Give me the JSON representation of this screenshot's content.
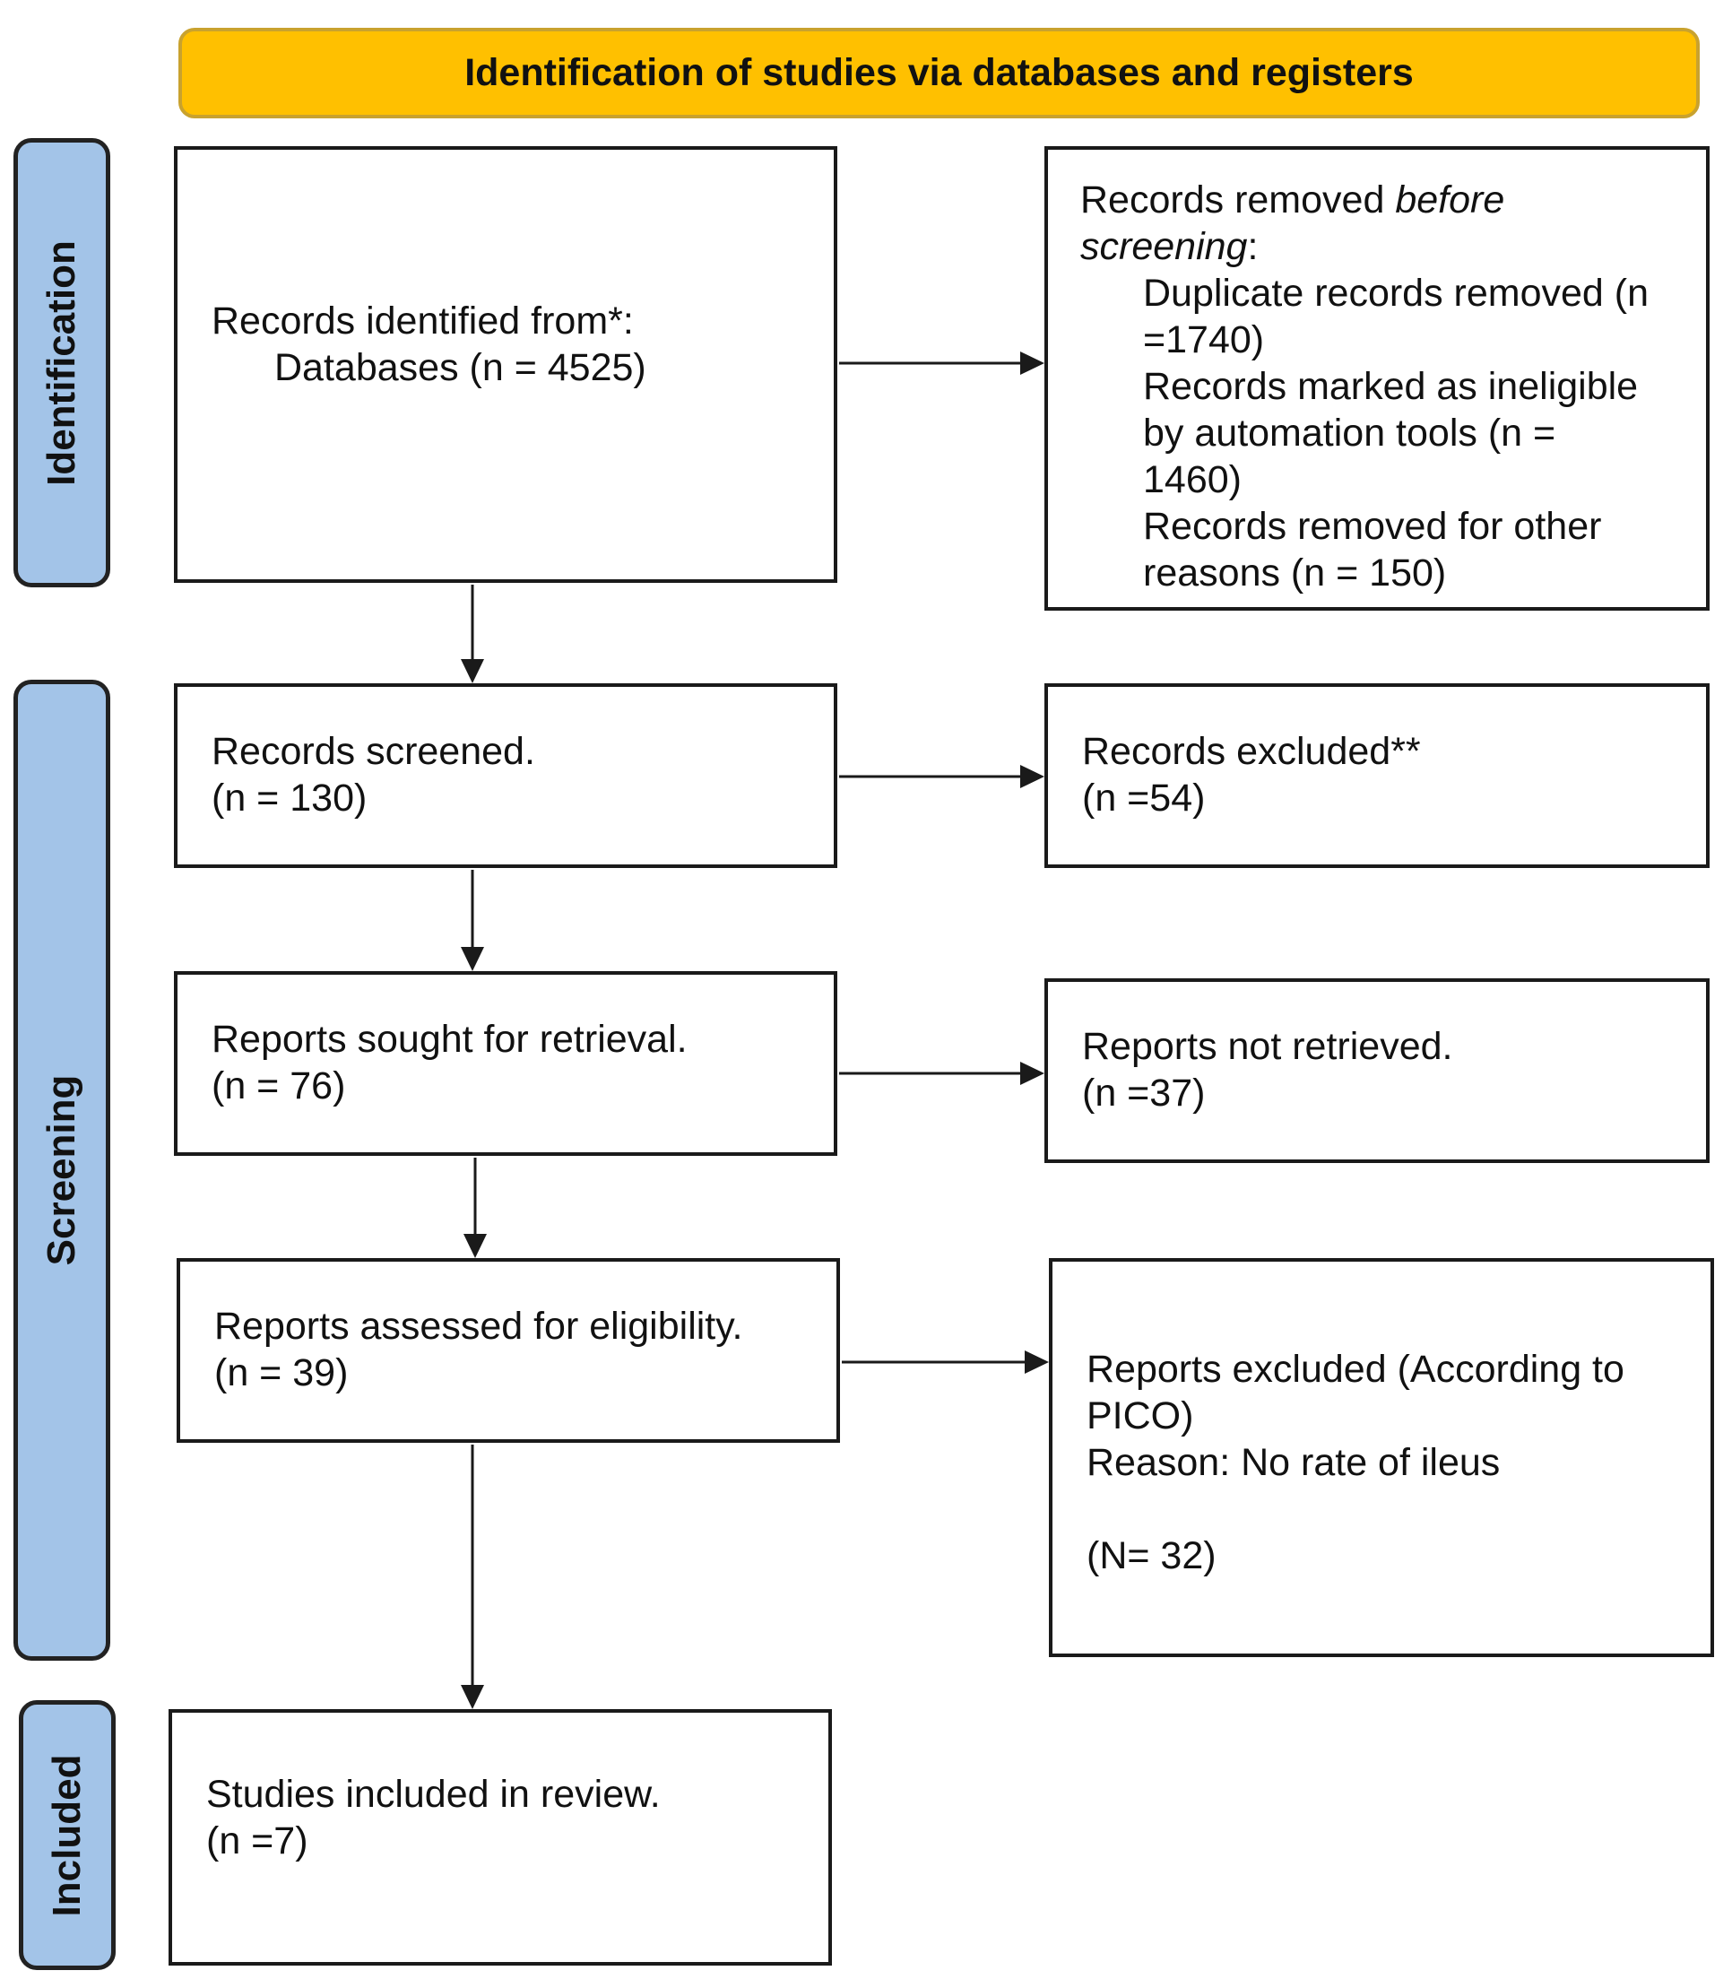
{
  "header": {
    "title": "Identification of studies via databases and registers"
  },
  "phases": {
    "identification": "Identification",
    "screening": "Screening",
    "included": "Included"
  },
  "boxes": {
    "records_identified": {
      "line1": "Records identified from*:",
      "line2": "Databases (n = 4525)"
    },
    "records_removed": {
      "prefix": "Records removed ",
      "italic1": "before",
      "italic2": "screening",
      "suffix": ":",
      "dup_line1": "Duplicate records removed (n",
      "dup_line2": "=1740)",
      "ineligible_line1": "Records marked as ineligible",
      "ineligible_line2": "by automation tools (n =",
      "ineligible_line3": "1460)",
      "other_line1": "Records removed for other",
      "other_line2": "reasons (n = 150)"
    },
    "records_screened": {
      "line1": "Records screened.",
      "line2": "(n = 130)"
    },
    "records_excluded": {
      "line1": "Records excluded**",
      "line2": "(n =54)"
    },
    "reports_sought": {
      "line1": "Reports sought for retrieval.",
      "line2": "(n = 76)"
    },
    "reports_not_retrieved": {
      "line1": "Reports not retrieved.",
      "line2": "(n =37)"
    },
    "reports_assessed": {
      "line1": "Reports assessed for eligibility.",
      "line2": "(n = 39)"
    },
    "reports_excluded": {
      "line1": "Reports excluded (According to",
      "line2": "PICO)",
      "line3": "Reason: No rate of ileus",
      "line4": "(N= 32)"
    },
    "studies_included": {
      "line1": "Studies included in review.",
      "line2": "(n =7)"
    }
  },
  "colors": {
    "header_fill": "#ffc000",
    "phase_fill": "#a3c4e8",
    "line": "#1a1a1a"
  }
}
